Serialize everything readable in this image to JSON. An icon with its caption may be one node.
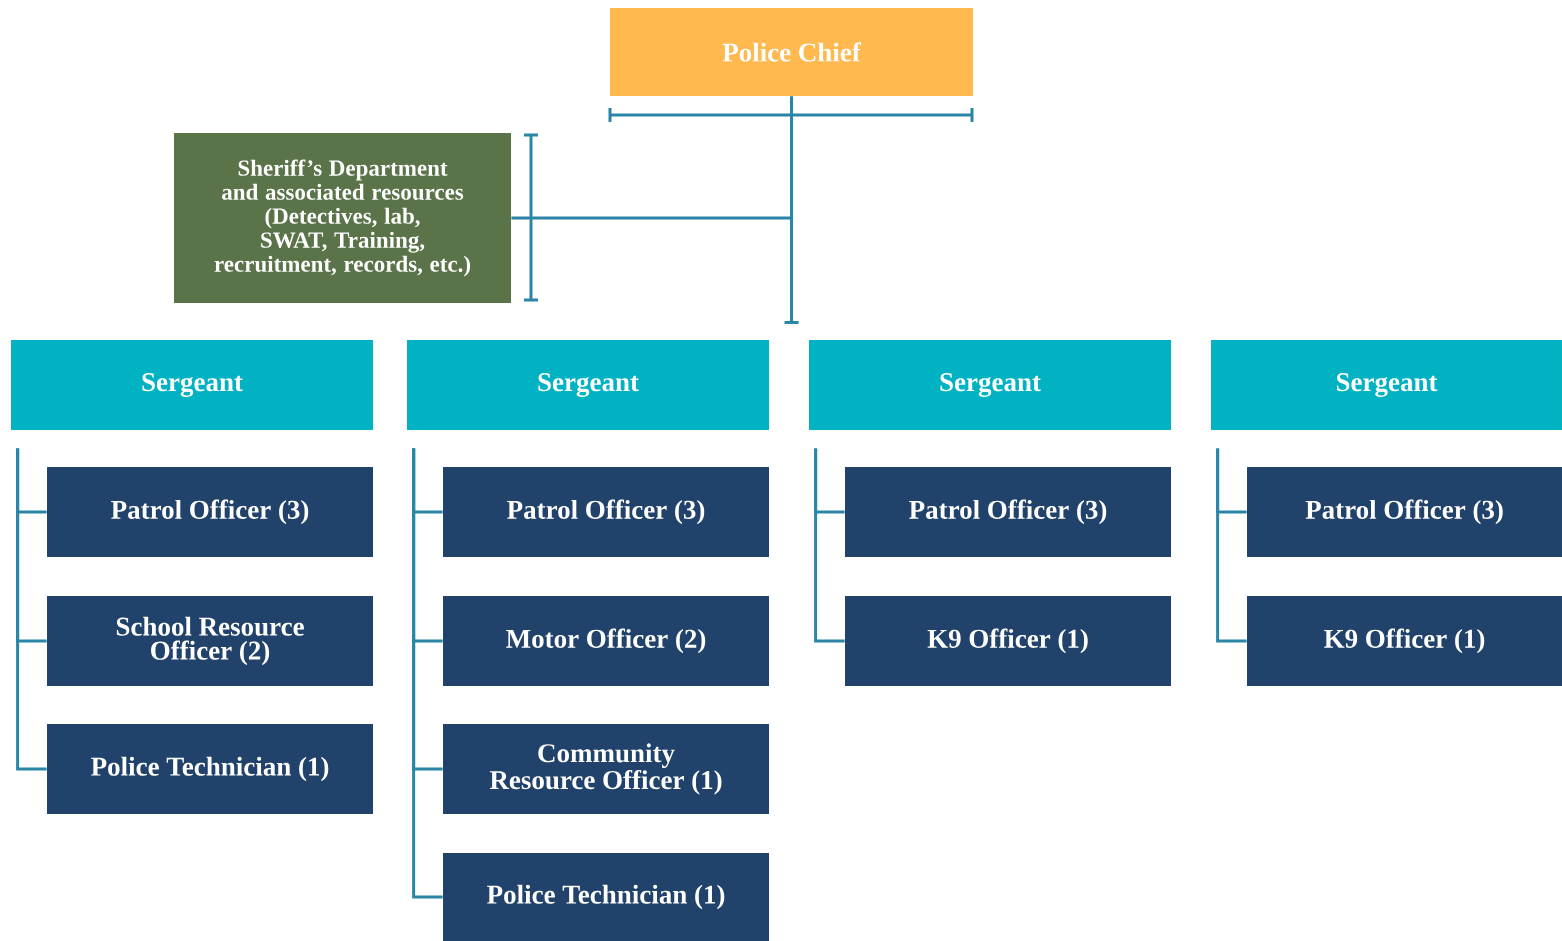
{
  "diagram": {
    "nodes": [
      {
        "text": [
          "Police Chief"
        ]
      },
      {
        "text": [
          "Sheriff’s Department and associated resources (Detectives, lab, SWAT, Training, recruitment, records, etc.)"
        ]
      },
      {
        "text": [
          "Sergeant"
        ]
      },
      {
        "text": [
          "Sergeant"
        ]
      },
      {
        "text": [
          "Sergeant"
        ]
      },
      {
        "text": [
          "Sergeant"
        ]
      },
      {
        "text": [
          "Patrol Officer (3)"
        ]
      },
      {
        "text": [
          "School Resource Officer (2)"
        ]
      },
      {
        "text": [
          "Police Technician (1)"
        ]
      },
      {
        "text": [
          "Patrol Officer (3)"
        ]
      },
      {
        "text": [
          "Motor Officer (2)"
        ]
      },
      {
        "text": [
          "Community Resource Officer (1)"
        ]
      },
      {
        "text": [
          "Police Technician (1)"
        ]
      },
      {
        "text": [
          "Patrol Officer (3)"
        ]
      },
      {
        "text": [
          "K9 Officer (1)"
        ]
      },
      {
        "text": [
          "Patrol Officer (3)"
        ]
      },
      {
        "text": [
          "K9 Officer (1)"
        ]
      }
    ],
    "edges": [
      {
        "from": 0,
        "to": 1,
        "arrow": "none"
      },
      {
        "from": 0,
        "to": null,
        "arrow": "none"
      },
      {
        "from": 2,
        "to": 6,
        "arrow": "none"
      },
      {
        "from": 2,
        "to": 7,
        "arrow": "none"
      },
      {
        "from": 2,
        "to": 8,
        "arrow": "none"
      },
      {
        "from": 3,
        "to": 9,
        "arrow": "none"
      },
      {
        "from": 3,
        "to": 10,
        "arrow": "none"
      },
      {
        "from": 3,
        "to": 11,
        "arrow": "none"
      },
      {
        "from": 3,
        "to": 12,
        "arrow": "none"
      },
      {
        "from": 4,
        "to": 13,
        "arrow": "none"
      },
      {
        "from": 4,
        "to": 14,
        "arrow": "none"
      },
      {
        "from": 5,
        "to": 15,
        "arrow": "none"
      },
      {
        "from": 5,
        "to": 16,
        "arrow": "none"
      }
    ]
  }
}
